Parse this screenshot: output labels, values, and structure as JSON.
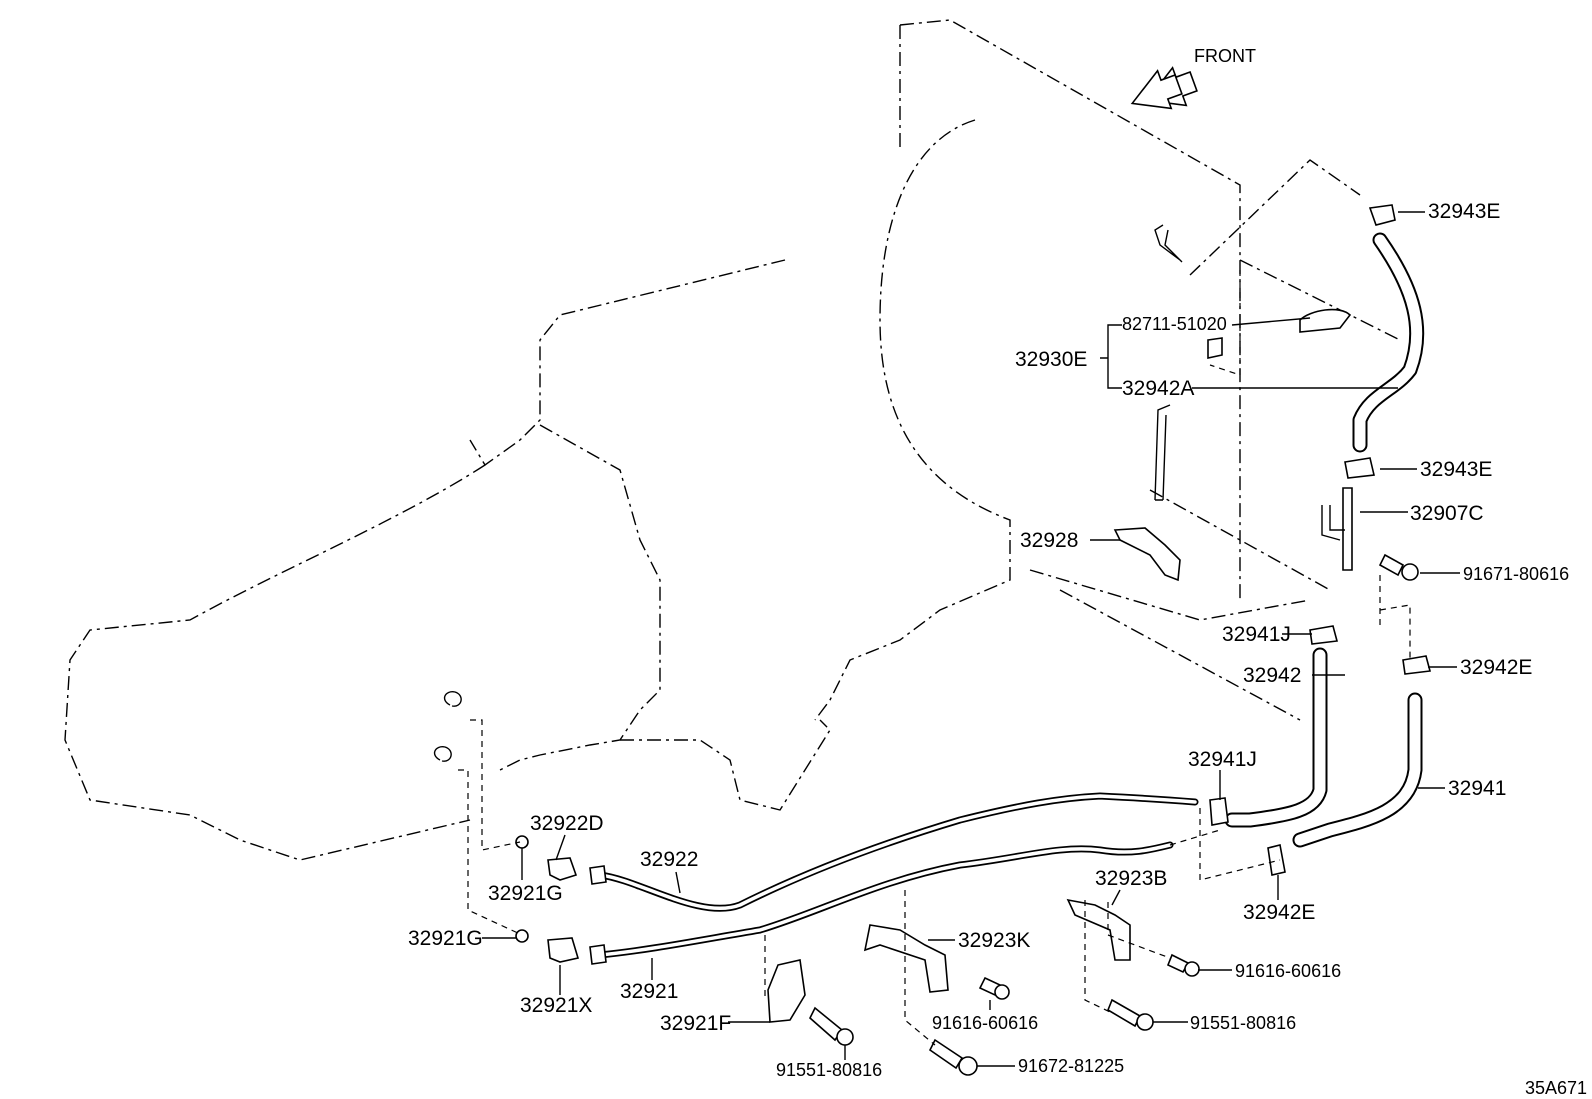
{
  "front_label": "FRONT",
  "diagram_id": "35A671",
  "parts": {
    "p32943E_top": "32943E",
    "p82711": "82711-51020",
    "p32930E": "32930E",
    "p32942A": "32942A",
    "p32943E_mid": "32943E",
    "p32907C": "32907C",
    "p91671": "91671-80616",
    "p32928": "32928",
    "p32941J_top": "32941J",
    "p32942": "32942",
    "p32942E_top": "32942E",
    "p32941J_low": "32941J",
    "p32941": "32941",
    "p32922D": "32922D",
    "p32922": "32922",
    "p32921G_a": "32921G",
    "p32923B": "32923B",
    "p32942E_low": "32942E",
    "p32921G_b": "32921G",
    "p32923K": "32923K",
    "p91616_a": "91616-60616",
    "p32921X": "32921X",
    "p32921": "32921",
    "p32921F": "32921F",
    "p91616_b": "91616-60616",
    "p91551_a": "91551-80816",
    "p91551_b": "91551-80816",
    "p91672": "91672-81225"
  }
}
